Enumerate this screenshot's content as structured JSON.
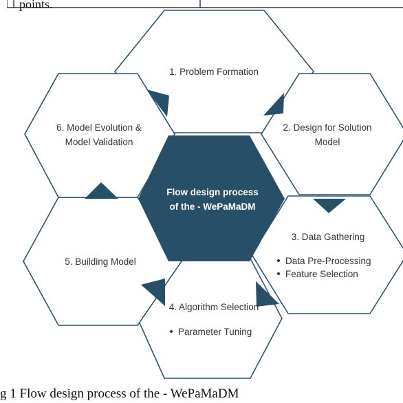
{
  "top_fragment": {
    "text": "points."
  },
  "center": {
    "lines": [
      "Flow design process",
      "of the - WePaMaDM"
    ],
    "color": "#284f68"
  },
  "steps": [
    {
      "lines": [
        "1. Problem Formation"
      ],
      "bullets": []
    },
    {
      "lines": [
        "2. Design for Solution",
        "Model"
      ],
      "bullets": []
    },
    {
      "lines": [
        "3. Data Gathering"
      ],
      "bullets": [
        "Data Pre-Processing",
        "Feature Selection"
      ]
    },
    {
      "lines": [
        "4. Algorithm Selection"
      ],
      "bullets": [
        "Parameter Tuning"
      ]
    },
    {
      "lines": [
        "5. Building Model"
      ],
      "bullets": []
    },
    {
      "lines": [
        "6. Model Evolution &",
        "Model Validation"
      ],
      "bullets": []
    }
  ],
  "colors": {
    "outline": "#2a5370",
    "arrow": "#284f68",
    "text": "#333333"
  },
  "caption": {
    "text": "g 1 Flow design process of the - WePaMaDM"
  }
}
